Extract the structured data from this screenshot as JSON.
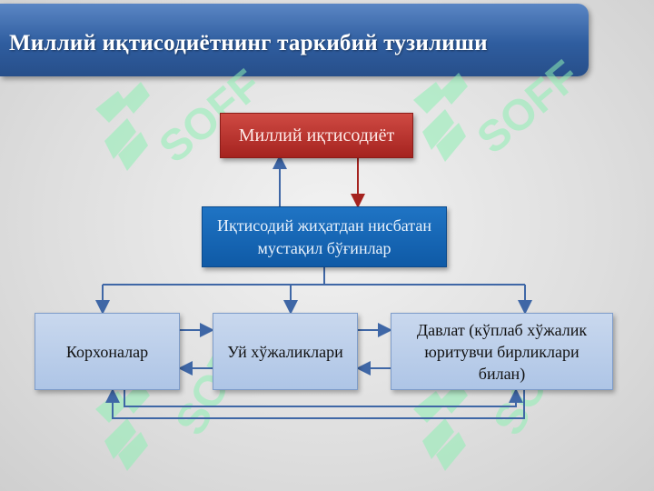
{
  "header": {
    "title": "Миллий иқтисодиётнинг таркибий тузилиши"
  },
  "diagram": {
    "top": "Миллий иқтисодиёт",
    "middle": "Иқтисодий жиҳатдан нисбатан мустақил бўғинлар",
    "bottom": [
      "Корхоналар",
      "Уй хўжаликлари",
      "Давлат (кўплаб хўжалик юритувчи бирликлари билан)"
    ]
  },
  "colors": {
    "banner": "#2f5d9f",
    "top_box": "#b52d28",
    "middle_box": "#1565b4",
    "bottom_box": "#bcd0eb",
    "connector": "#3f67a6",
    "watermark": "#8ff0b4"
  },
  "watermark": {
    "text": "SOFF",
    "icon": "soff-logo-icon"
  }
}
